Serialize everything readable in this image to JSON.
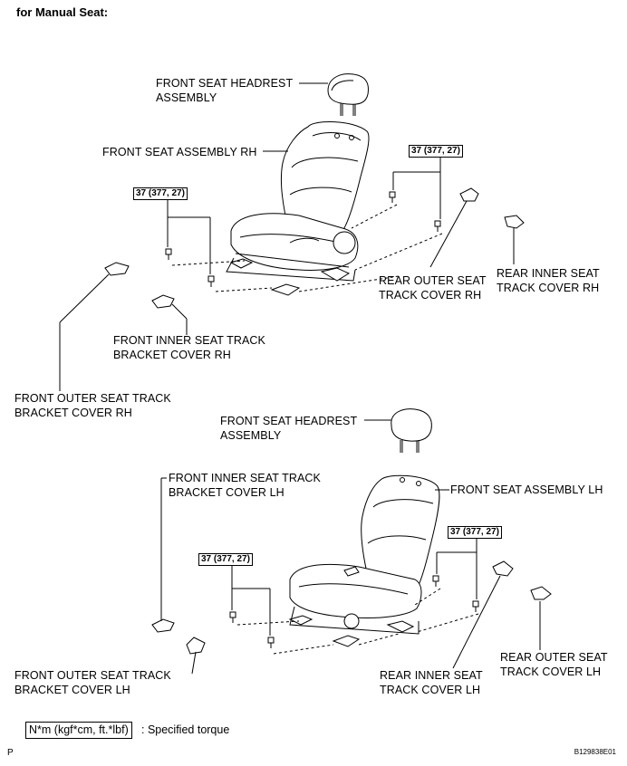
{
  "header": {
    "title": "for Manual Seat:"
  },
  "torque_value": "37 (377, 27)",
  "rh": {
    "headrest": [
      "FRONT SEAT HEADREST",
      "ASSEMBLY"
    ],
    "seat": "FRONT SEAT ASSEMBLY RH",
    "rear_outer": [
      "REAR OUTER SEAT",
      "TRACK COVER RH"
    ],
    "rear_inner": [
      "REAR INNER SEAT",
      "TRACK COVER RH"
    ],
    "front_inner": [
      "FRONT INNER SEAT TRACK",
      "BRACKET COVER RH"
    ],
    "front_outer": [
      "FRONT OUTER SEAT TRACK",
      "BRACKET COVER RH"
    ]
  },
  "lh": {
    "headrest": [
      "FRONT SEAT HEADREST",
      "ASSEMBLY"
    ],
    "front_inner": [
      "FRONT INNER SEAT TRACK",
      "BRACKET COVER LH"
    ],
    "seat": "FRONT SEAT ASSEMBLY LH",
    "front_outer": [
      "FRONT OUTER SEAT TRACK",
      "BRACKET COVER LH"
    ],
    "rear_inner": [
      "REAR INNER SEAT",
      "TRACK COVER LH"
    ],
    "rear_outer": [
      "REAR OUTER SEAT",
      "TRACK COVER LH"
    ]
  },
  "legend": {
    "box": "N*m (kgf*cm, ft.*lbf)",
    "text": ": Specified torque"
  },
  "footer": {
    "page_letter": "P",
    "code": "B129838E01"
  }
}
